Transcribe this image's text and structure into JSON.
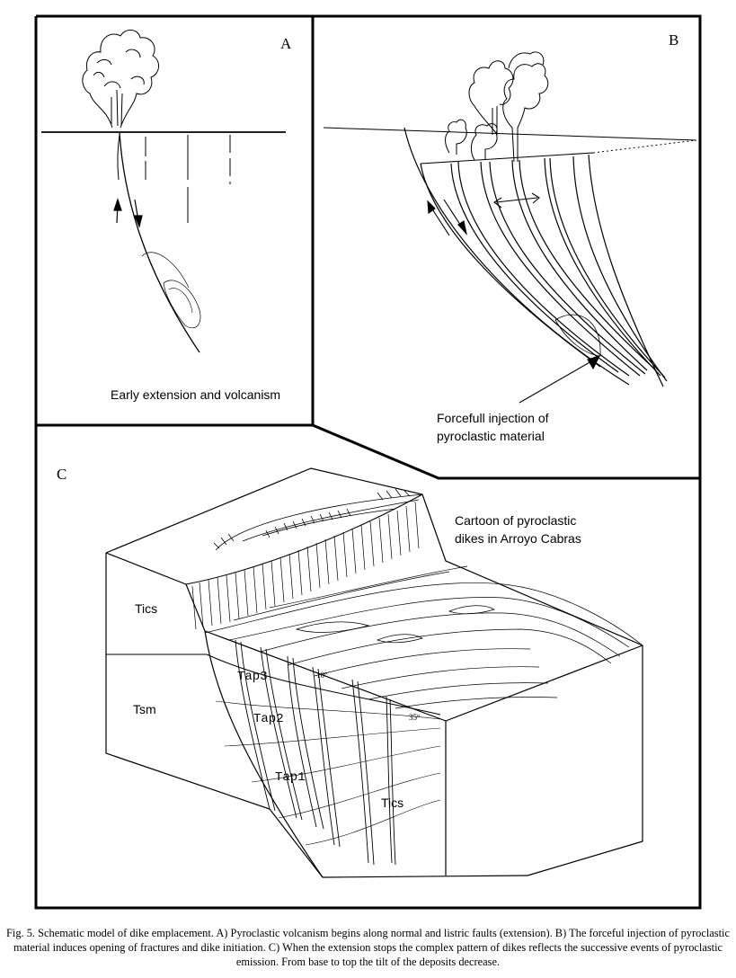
{
  "panels": {
    "a": {
      "letter": "A",
      "caption": "Early extension and volcanism"
    },
    "b": {
      "letter": "B",
      "caption_line1": "Forcefull injection of",
      "caption_line2": "pyroclastic material"
    },
    "c": {
      "letter": "C",
      "title_line1": "Cartoon of pyroclastic",
      "title_line2": "dikes in Arroyo Cabras",
      "units": {
        "tics_upper": "Tics",
        "tsm": "Tsm",
        "tap3": "Tap3",
        "tap2": "Tap2",
        "tap1": "Tap1",
        "tics_lower": "Tics"
      },
      "angle_labels": {
        "upper": "10º",
        "lower": "35º"
      }
    }
  },
  "caption": "Fig. 5. Schematic model of dike emplacement. A) Pyroclastic volcanism begins along normal and listric faults (extension). B) The forceful injection of pyroclastic material induces opening of fractures and dike initiation. C) When the extension stops the complex pattern of dikes reflects the successive events of pyroclastic emission. From base to top the tilt of the deposits decrease."
}
